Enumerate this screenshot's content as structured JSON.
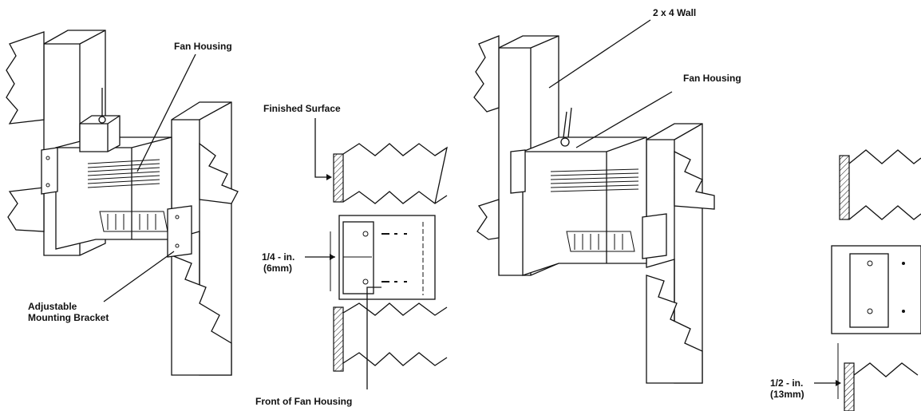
{
  "labels": {
    "fan_housing_left": "Fan Housing",
    "adjustable_bracket_line1": "Adjustable",
    "adjustable_bracket_line2": "Mounting Bracket",
    "finished_surface": "Finished Surface",
    "quarter_inch": "1/4 - in.",
    "quarter_mm": "(6mm)",
    "front_of_fan_housing": "Front of Fan Housing",
    "two_by_four_wall": "2 x 4 Wall",
    "fan_housing_right": "Fan Housing",
    "half_inch": "1/2 - in.",
    "half_mm": "(13mm)"
  }
}
